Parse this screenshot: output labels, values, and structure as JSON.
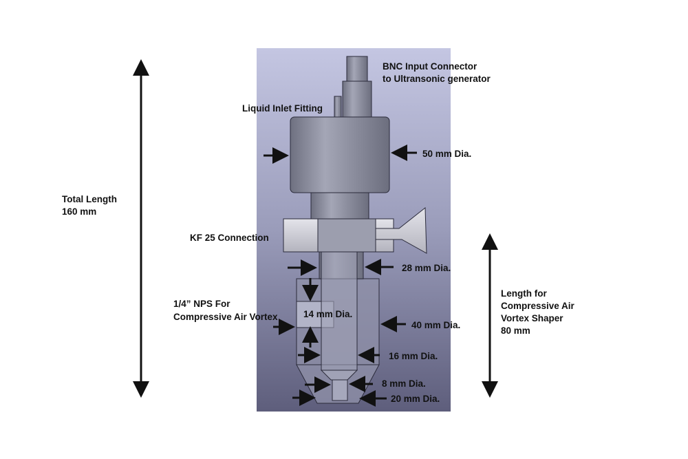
{
  "labels": {
    "bnc_line1": "BNC Input Connector",
    "bnc_line2": "to Ultransonic generator",
    "liquid_inlet": "Liquid Inlet Fitting",
    "dia_50": "50 mm Dia.",
    "kf25": "KF 25 Connection",
    "dia_28": "28 mm Dia.",
    "nps_line1": "1/4” NPS For",
    "nps_line2": "Compressive Air Vortex",
    "dia_14": "14 mm Dia.",
    "dia_40": "40 mm Dia.",
    "dia_16": "16 mm Dia.",
    "dia_8": "8 mm Dia.",
    "dia_20": "20 mm Dia.",
    "total_line1": "Total Length",
    "total_line2": "160 mm",
    "vortex_line1": "Length for",
    "vortex_line2": "Compressive Air",
    "vortex_line3": "Vortex Shaper",
    "vortex_line4": "80 mm"
  },
  "colors": {
    "panel_top": "#c4c6e2",
    "panel_bottom": "#5e5e7c",
    "metal": "#8a8c9e",
    "arrow": "#111111"
  }
}
